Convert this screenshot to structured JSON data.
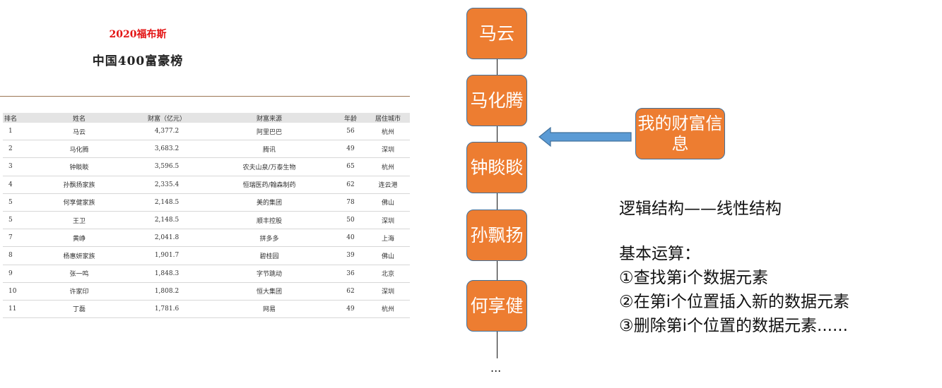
{
  "document": {
    "subtitle": "2020福布斯",
    "title": "中国400富豪榜",
    "table": {
      "headers": [
        "排名",
        "姓名",
        "财富（亿元）",
        "财富来源",
        "年龄",
        "居住城市"
      ],
      "rows": [
        [
          "1",
          "马云",
          "4,377.2",
          "阿里巴巴",
          "56",
          "杭州"
        ],
        [
          "2",
          "马化腾",
          "3,683.2",
          "腾讯",
          "49",
          "深圳"
        ],
        [
          "3",
          "钟睒睒",
          "3,596.5",
          "农夫山泉/万泰生物",
          "65",
          "杭州"
        ],
        [
          "4",
          "孙飘扬家族",
          "2,335.4",
          "恒瑞医药/翰森制药",
          "62",
          "连云港"
        ],
        [
          "5",
          "何享健家族",
          "2,148.5",
          "美的集团",
          "78",
          "佛山"
        ],
        [
          "5",
          "王卫",
          "2,148.5",
          "顺丰控股",
          "50",
          "深圳"
        ],
        [
          "7",
          "黄峥",
          "2,041.8",
          "拼多多",
          "40",
          "上海"
        ],
        [
          "8",
          "杨惠妍家族",
          "1,901.7",
          "碧桂园",
          "39",
          "佛山"
        ],
        [
          "9",
          "张一鸣",
          "1,848.3",
          "字节跳动",
          "36",
          "北京"
        ],
        [
          "10",
          "许家印",
          "1,808.2",
          "恒大集团",
          "62",
          "深圳"
        ],
        [
          "11",
          "丁磊",
          "1,781.6",
          "网易",
          "49",
          "杭州"
        ]
      ]
    }
  },
  "diagram": {
    "nodes": [
      "马云",
      "马化腾",
      "钟睒睒",
      "孙飘扬",
      "何享健"
    ],
    "ellipsis": "...",
    "my_box": "我的财富信息",
    "colors": {
      "node_fill": "#ed7d31",
      "node_border": "#41719c",
      "arrow_fill": "#5b9bd5"
    }
  },
  "notes": {
    "structure": "逻辑结构——线性结构",
    "ops_title": "基本运算：",
    "op1": "①查找第i个数据元素",
    "op2": "②在第i个位置插入新的数据元素",
    "op3": "③删除第i个位置的数据元素......"
  }
}
